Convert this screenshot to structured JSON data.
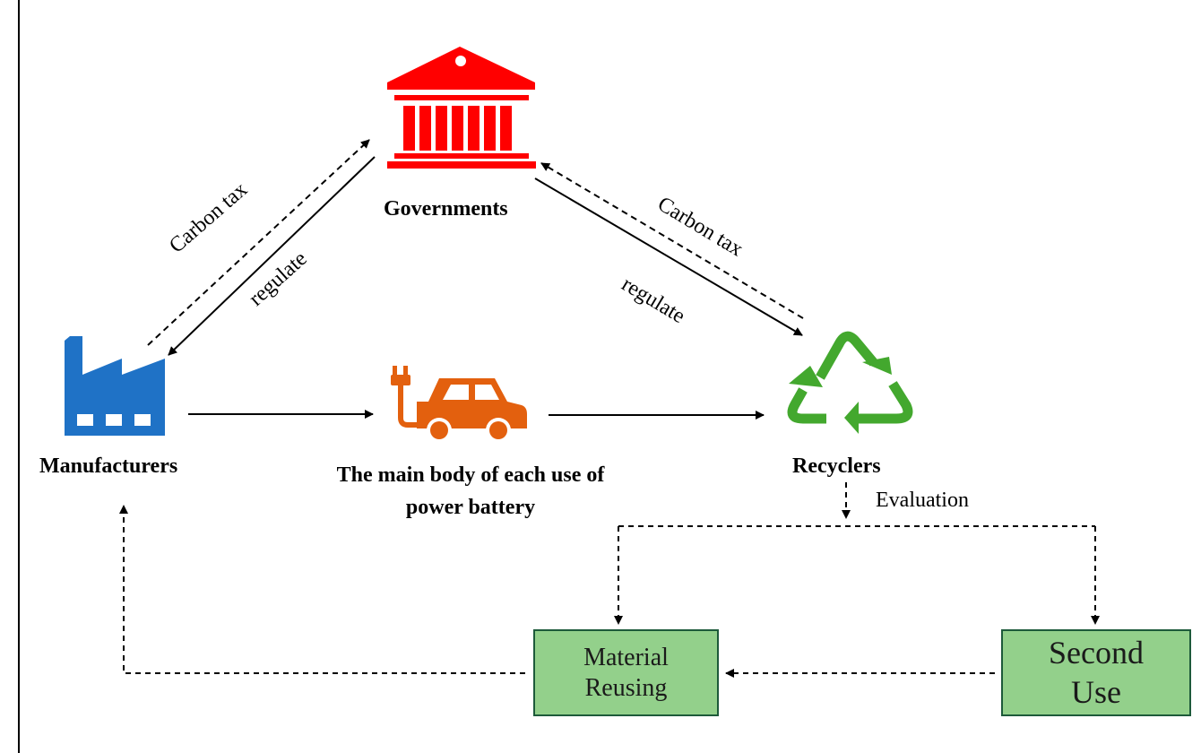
{
  "nodes": {
    "governments": {
      "label": "Governments",
      "color": "#ff0000",
      "icon": "government-building-icon"
    },
    "manufacturers": {
      "label": "Manufacturers",
      "color": "#1f72c6",
      "icon": "factory-icon"
    },
    "battery_user": {
      "label_line1": "The main body of each use of",
      "label_line2": "power battery",
      "color": "#e3600e",
      "icon": "electric-car-icon"
    },
    "recyclers": {
      "label": "Recyclers",
      "color": "#43a82e",
      "icon": "recycle-icon"
    }
  },
  "edges": {
    "carbon_tax_left": "Carbon tax",
    "regulate_left": "regulate",
    "carbon_tax_right": "Carbon tax",
    "regulate_right": "regulate",
    "evaluation": "Evaluation"
  },
  "boxes": {
    "material_reusing": {
      "line1": "Material",
      "line2": "Reusing"
    },
    "second_use": {
      "line1": "Second",
      "line2": "Use"
    }
  },
  "colors": {
    "box_fill": "#93d08b",
    "box_border": "#1d5a3a"
  }
}
